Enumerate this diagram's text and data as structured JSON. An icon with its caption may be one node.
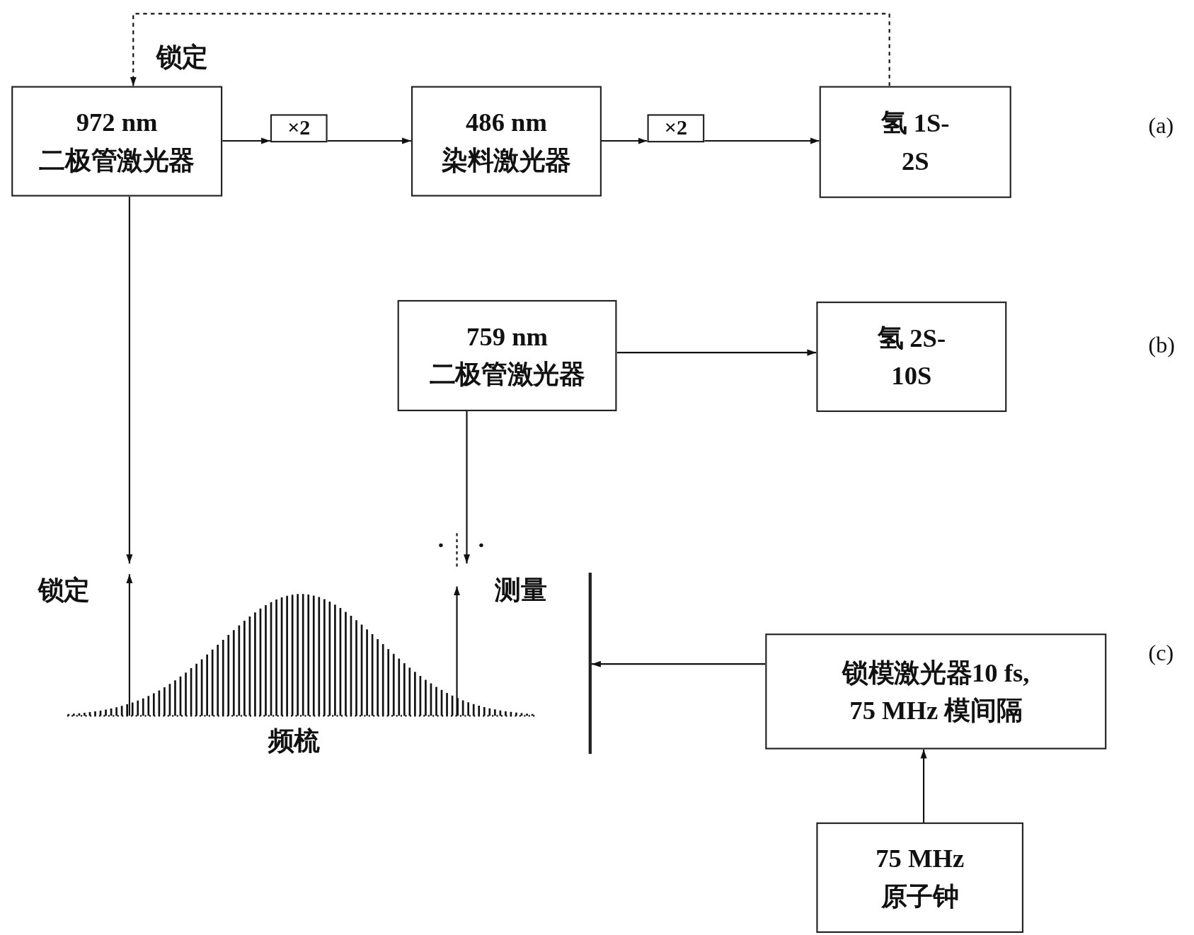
{
  "diagram": {
    "nodes": [
      {
        "text": [
          "972 nm 二极管激光器"
        ]
      },
      {
        "text": [
          "×2"
        ]
      },
      {
        "text": [
          "486 nm 染料激光器"
        ]
      },
      {
        "text": [
          "×2"
        ]
      },
      {
        "text": [
          "氢 1S-2S"
        ]
      },
      {
        "text": [
          "759 nm 二极管激光器"
        ]
      },
      {
        "text": [
          "氢 2S-10S"
        ]
      },
      {
        "text": [
          "锁模激光器10 fs, 75 MHz 模间隔"
        ]
      },
      {
        "text": [
          "75 MHz 原子钟"
        ]
      },
      {
        "text": [],
        "shape": "picture",
        "beside": [
          "频梳"
        ]
      },
      {
        "text": [],
        "shape": "bar"
      }
    ],
    "edges": [
      {
        "from": 4,
        "to": 0,
        "arrow": "to",
        "style": "dashed",
        "label": "锁定"
      },
      {
        "from": 0,
        "to": 1,
        "arrow": "to"
      },
      {
        "from": 1,
        "to": 2,
        "arrow": "to"
      },
      {
        "from": 2,
        "to": 3,
        "arrow": "to"
      },
      {
        "from": 3,
        "to": 4,
        "arrow": "to"
      },
      {
        "from": 5,
        "to": 6,
        "arrow": "to"
      },
      {
        "from": 0,
        "to": 9,
        "arrow": "to"
      },
      {
        "from": 5,
        "to": 9,
        "arrow": "to"
      },
      {
        "from": 7,
        "to": 10,
        "arrow": "to"
      },
      {
        "from": 8,
        "to": 7,
        "arrow": "to"
      }
    ],
    "labels": [
      "(a)",
      "(b)",
      "锁定",
      "测量",
      "(c)"
    ]
  }
}
